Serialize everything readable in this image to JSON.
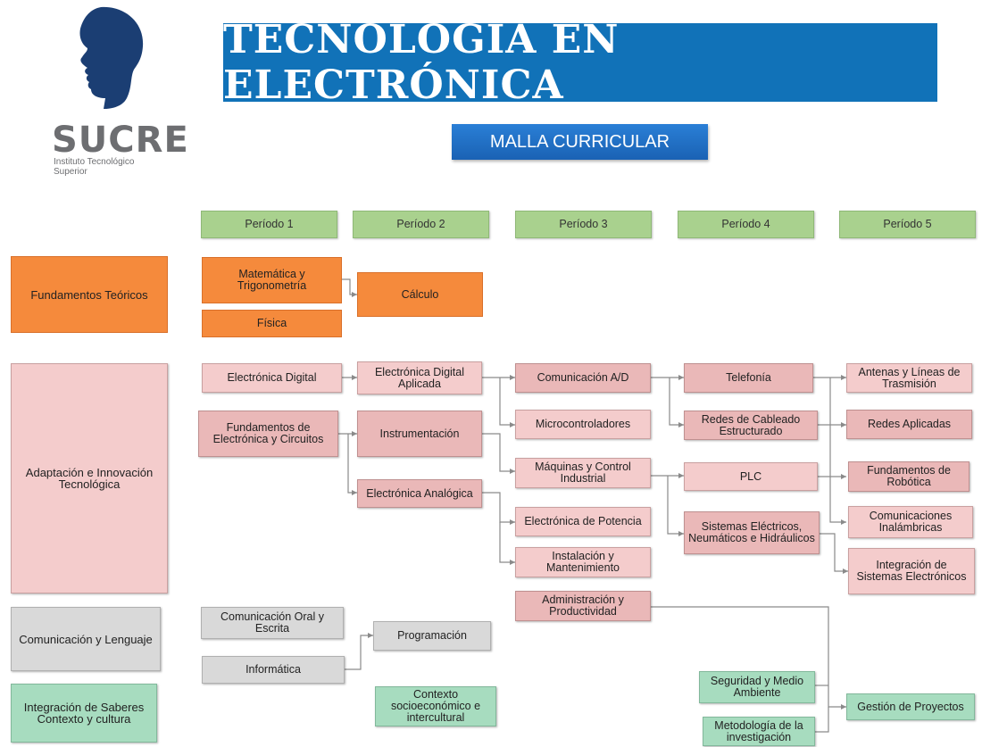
{
  "logo": {
    "name": "SUCRE",
    "subtitle": "Instituto Tecnológico Superior"
  },
  "title": "TECNOLOGÍA EN ELECTRÓNICA",
  "subtitle": "MALLA CURRICULAR",
  "periods": [
    "Período 1",
    "Período 2",
    "Período 3",
    "Período 4",
    "Período 5"
  ],
  "categories": {
    "fundamentos": "Fundamentos Teóricos",
    "adaptacion": "Adaptación e Innovación Tecnológica",
    "comunicacion": "Comunicación y Lenguaje",
    "integracion": "Integración de Saberes Contexto y cultura"
  },
  "courses": {
    "matematica": "Matemática y Trigonometría",
    "fisica": "Física",
    "calculo": "Cálculo",
    "electronica_digital": "Electrónica Digital",
    "fundamentos_electronica": "Fundamentos de Electrónica y Circuitos",
    "electronica_digital_aplicada": "Electrónica Digital Aplicada",
    "instrumentacion": "Instrumentación",
    "electronica_analogica": "Electrónica Analógica",
    "comunicacion_ad": "Comunicación A/D",
    "microcontroladores": "Microcontroladores",
    "maquinas": "Máquinas y Control Industrial",
    "electronica_potencia": "Electrónica de Potencia",
    "instalacion": "Instalación y Mantenimiento",
    "administracion": "Administración y Productividad",
    "telefonia": "Telefonía",
    "redes_cableado": "Redes de Cableado Estructurado",
    "plc": "PLC",
    "sistemas_electricos": "Sistemas Eléctricos, Neumáticos e Hidráulicos",
    "seguridad": "Seguridad y Medio Ambiente",
    "metodologia": "Metodología de la investigación",
    "antenas": "Antenas y Líneas de Trasmisión",
    "redes_aplicadas": "Redes Aplicadas",
    "robotica": "Fundamentos de Robótica",
    "inalambricas": "Comunicaciones Inalámbricas",
    "integracion_sistemas": "Integración de Sistemas Electrónicos",
    "gestion": "Gestión de Proyectos",
    "comunicacion_oral": "Comunicación Oral y Escrita",
    "informatica": "Informática",
    "programacion": "Programación",
    "contexto": "Contexto socioeconómico e intercultural"
  }
}
